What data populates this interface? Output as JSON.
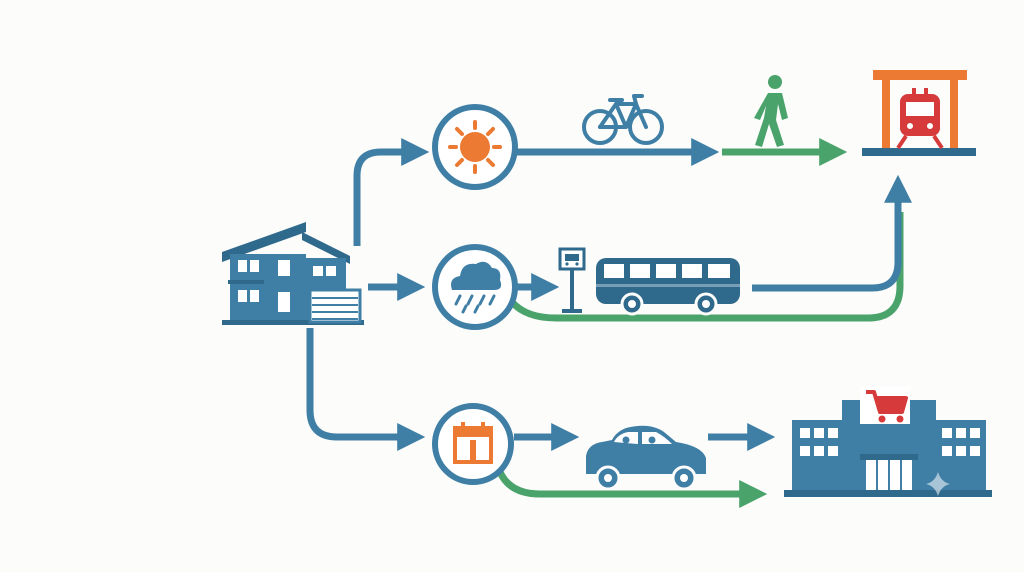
{
  "diagram": {
    "colors": {
      "blue": "#3f7fa6",
      "dark_blue": "#2f6a8c",
      "green": "#4aa36b",
      "orange": "#ec7a32",
      "red": "#d63a3a",
      "background": "#fcfcfa"
    },
    "nodes": [
      {
        "id": "home",
        "icon": "house-icon"
      },
      {
        "id": "sunny",
        "icon": "sun-icon"
      },
      {
        "id": "rainy",
        "icon": "rain-cloud-icon"
      },
      {
        "id": "scheduled",
        "icon": "calendar-icon"
      },
      {
        "id": "bike",
        "icon": "bicycle-icon"
      },
      {
        "id": "walk",
        "icon": "walking-person-icon"
      },
      {
        "id": "bus_stop",
        "icon": "bus-stop-sign-icon"
      },
      {
        "id": "bus",
        "icon": "bus-icon"
      },
      {
        "id": "car",
        "icon": "car-icon"
      },
      {
        "id": "train_station",
        "icon": "train-station-icon"
      },
      {
        "id": "shopping_mall",
        "icon": "shopping-mall-icon"
      }
    ],
    "routes": [
      {
        "from": "home",
        "to": "sunny",
        "color": "blue"
      },
      {
        "from": "sunny",
        "to": "bike",
        "color": "blue"
      },
      {
        "from": "bike",
        "to": "walk",
        "color": "green"
      },
      {
        "from": "walk",
        "to": "train_station",
        "color": "green"
      },
      {
        "from": "home",
        "to": "rainy",
        "color": "blue"
      },
      {
        "from": "rainy",
        "to": "bus_stop",
        "color": "blue"
      },
      {
        "from": "bus",
        "to": "train_station",
        "color": "blue"
      },
      {
        "from": "rainy",
        "to": "train_station",
        "color": "green"
      },
      {
        "from": "home",
        "to": "scheduled",
        "color": "blue"
      },
      {
        "from": "scheduled",
        "to": "car",
        "color": "blue"
      },
      {
        "from": "car",
        "to": "shopping_mall",
        "color": "blue"
      },
      {
        "from": "scheduled",
        "to": "shopping_mall",
        "color": "green"
      }
    ]
  }
}
